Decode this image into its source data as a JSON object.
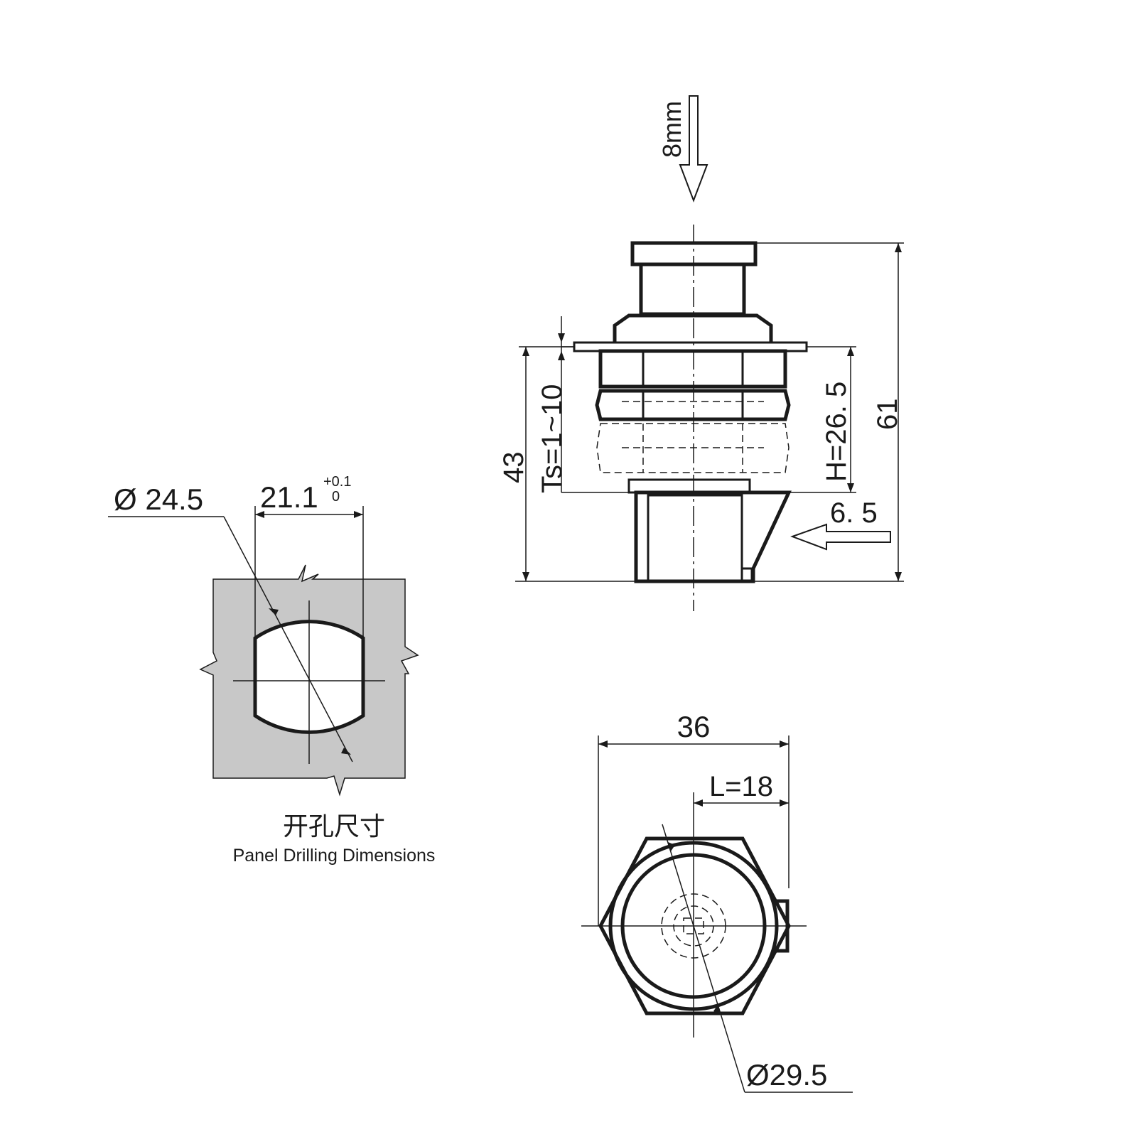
{
  "colors": {
    "line": "#1a1a1a",
    "panel_fill": "#c8c8c8",
    "background": "#ffffff",
    "arrow_fill": "#ffffff"
  },
  "panel_view": {
    "caption_cn": "开孔尺寸",
    "caption_en": "Panel Drilling Dimensions",
    "dia_label": "Ø 24.5",
    "flat_label": "21.1",
    "tol_upper": "+0.1",
    "tol_lower": "0"
  },
  "side_view": {
    "stroke_label": "8mm",
    "ts_label": "Ts=1~10",
    "total_43": "43",
    "h_label": "H=26. 5",
    "total_61": "61",
    "latch_label": "6. 5"
  },
  "bottom_view": {
    "width_label": "36",
    "l_label": "L=18",
    "dia_label": "Ø29.5"
  }
}
